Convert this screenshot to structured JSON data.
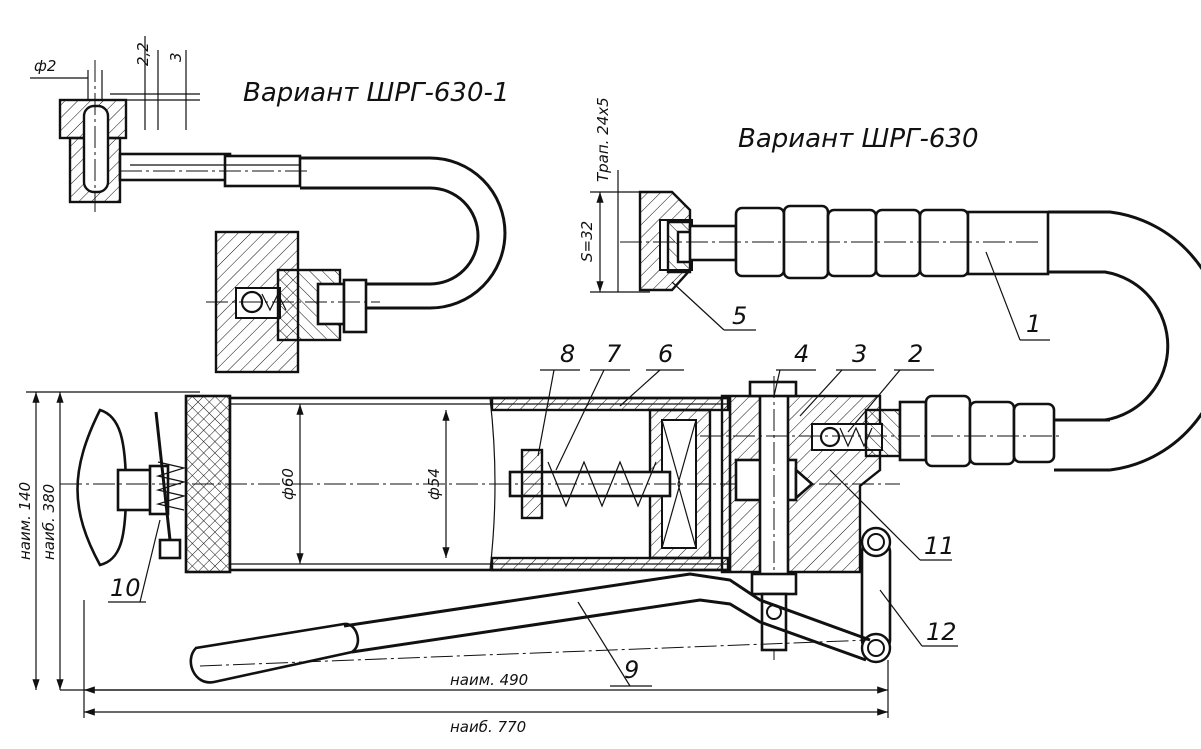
{
  "titles": {
    "variant_1": "Вариант ШРГ-630-1",
    "variant_2": "Вариант ШРГ-630"
  },
  "dimensions": {
    "phi2": "ф2",
    "d22": "2,2",
    "d3": "3",
    "thread": "Трап. 24х5",
    "s32": "S=32",
    "phi60": "ф60",
    "phi54": "ф54",
    "min140": "наим. 140",
    "max380": "наиб. 380",
    "min490": "наим. 490",
    "max770": "наиб. 770"
  },
  "part_numbers": [
    "1",
    "2",
    "3",
    "4",
    "5",
    "6",
    "7",
    "8",
    "9",
    "10",
    "11",
    "12"
  ]
}
